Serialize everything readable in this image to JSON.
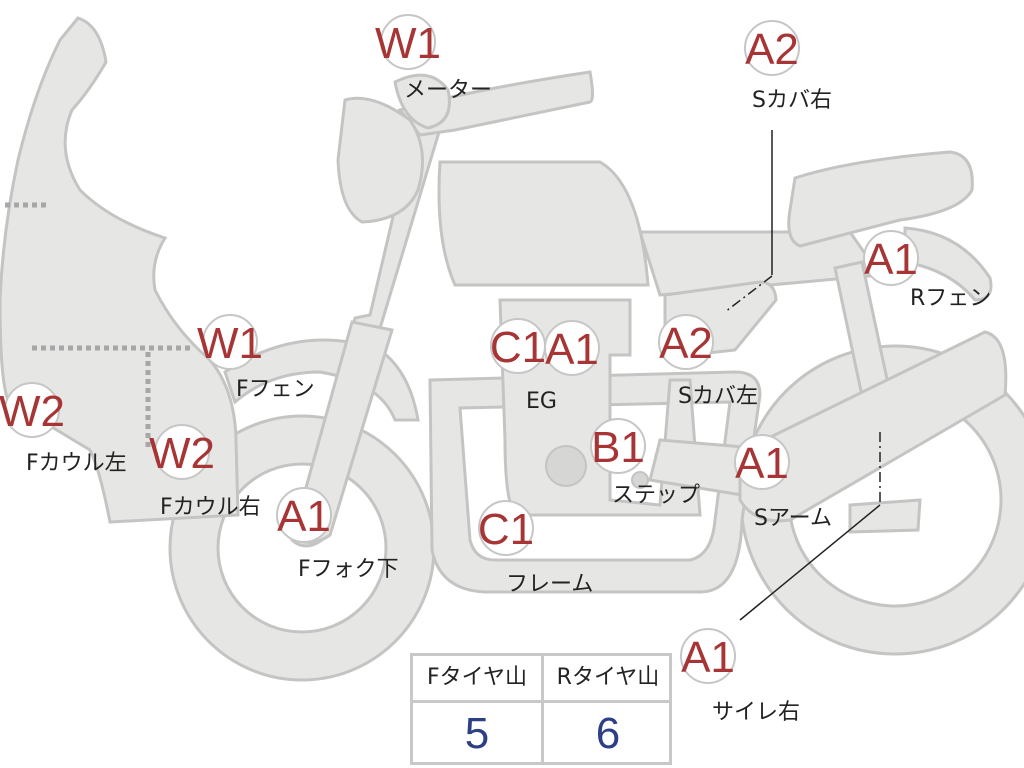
{
  "markers": [
    {
      "code": "W1",
      "label": "メーター"
    },
    {
      "code": "A2",
      "label": "Sカバ右"
    },
    {
      "code": "A1",
      "label": "Rフェン"
    },
    {
      "code": "W1",
      "label": "Fフェン"
    },
    {
      "code": "C1",
      "label": "EG"
    },
    {
      "code": "A1",
      "label": ""
    },
    {
      "code": "A2",
      "label": "Sカバ左"
    },
    {
      "code": "W2",
      "label": "Fカウル左"
    },
    {
      "code": "W2",
      "label": "Fカウル右"
    },
    {
      "code": "B1",
      "label": "ステップ"
    },
    {
      "code": "A1",
      "label": "Sアーム"
    },
    {
      "code": "A1",
      "label": "Fフォク下"
    },
    {
      "code": "C1",
      "label": "フレーム"
    },
    {
      "code": "A1",
      "label": "サイレ右"
    }
  ],
  "tire_table": {
    "columns": [
      {
        "header": "Fタイヤ山",
        "value": "5"
      },
      {
        "header": "Rタイヤ山",
        "value": "6"
      }
    ]
  },
  "colors": {
    "part_fill": "#e6e6e4",
    "part_stroke": "#c4c4c2",
    "code_text": "#a83535",
    "value_text": "#2d3f86"
  }
}
